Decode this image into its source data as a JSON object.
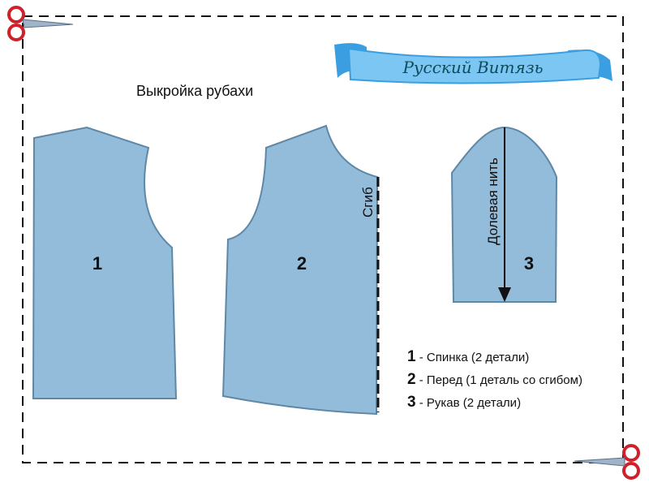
{
  "banner": {
    "text": "Русский Витязь"
  },
  "title": "Выкройка рубахи",
  "pieces": [
    {
      "number": "1"
    },
    {
      "number": "2",
      "fold_label": "Сгиб"
    },
    {
      "number": "3",
      "grain_label": "Долевая нить"
    }
  ],
  "legend": [
    {
      "number": "1",
      "text": "- Спинка (2 детали)"
    },
    {
      "number": "2",
      "text": "- Перед (1 деталь со сгибом)"
    },
    {
      "number": "3",
      "text": "- Рукав (2 детали)"
    }
  ],
  "colors": {
    "piece_fill": "#93bcdb",
    "piece_stroke": "#5f87a6",
    "banner": "#5ab4ef",
    "banner_text": "#0e4a5a"
  }
}
